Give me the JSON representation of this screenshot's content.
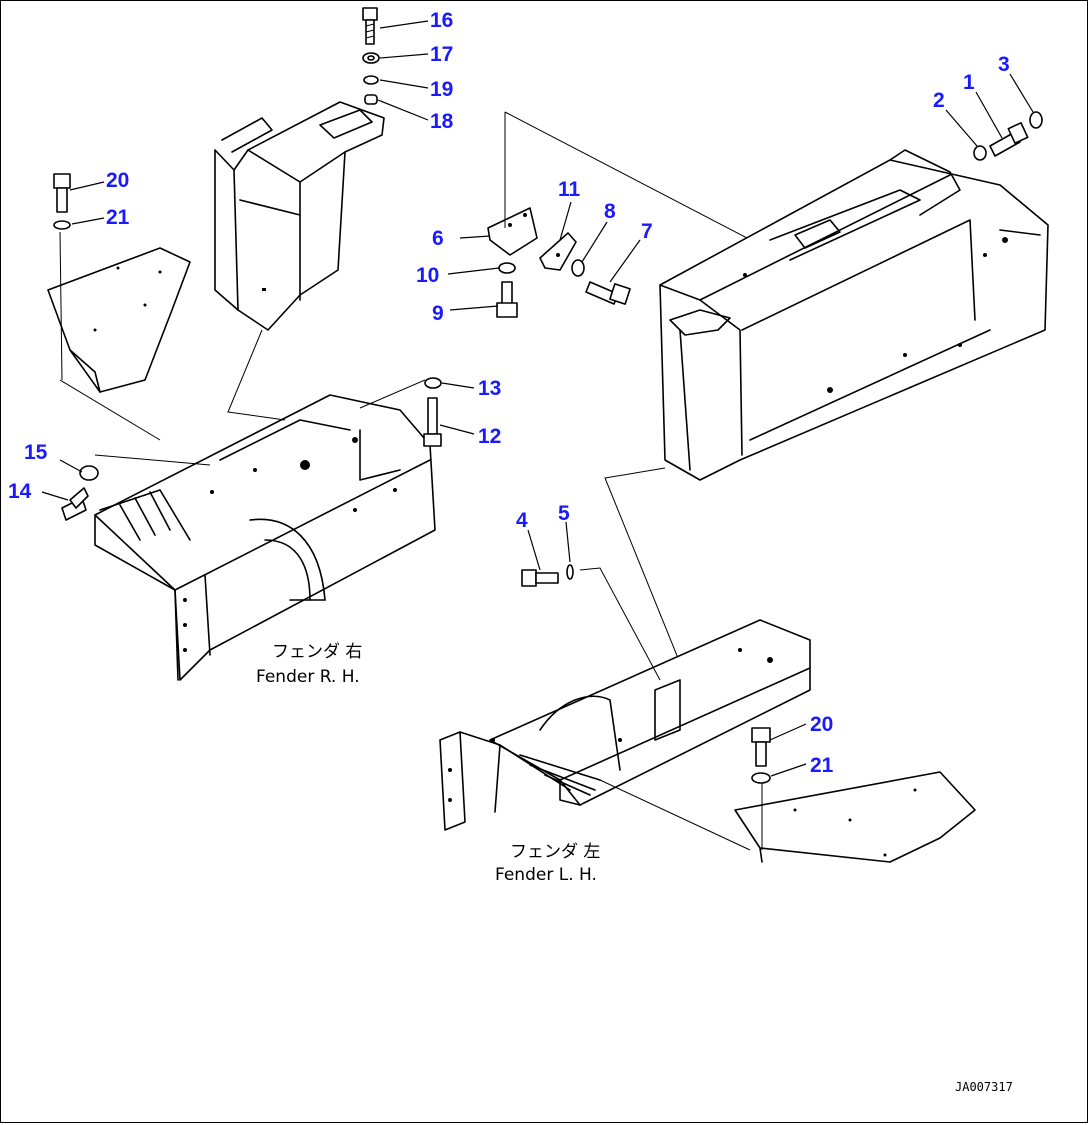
{
  "callouts": {
    "c1": "1",
    "c2": "2",
    "c3": "3",
    "c4": "4",
    "c5": "5",
    "c6": "6",
    "c7": "7",
    "c8": "8",
    "c9": "9",
    "c10": "10",
    "c11": "11",
    "c12": "12",
    "c13": "13",
    "c14": "14",
    "c15": "15",
    "c16": "16",
    "c17": "17",
    "c18": "18",
    "c19": "19",
    "c20a": "20",
    "c21a": "21",
    "c20b": "20",
    "c21b": "21"
  },
  "captions": {
    "rh_jp": "フェンダ 右",
    "rh_en": "Fender R. H.",
    "lh_jp": "フェンダ 左",
    "lh_en": "Fender L. H."
  },
  "drawing_code": "JA007317",
  "colors": {
    "callout": "#1a1aff",
    "line": "#000000"
  }
}
